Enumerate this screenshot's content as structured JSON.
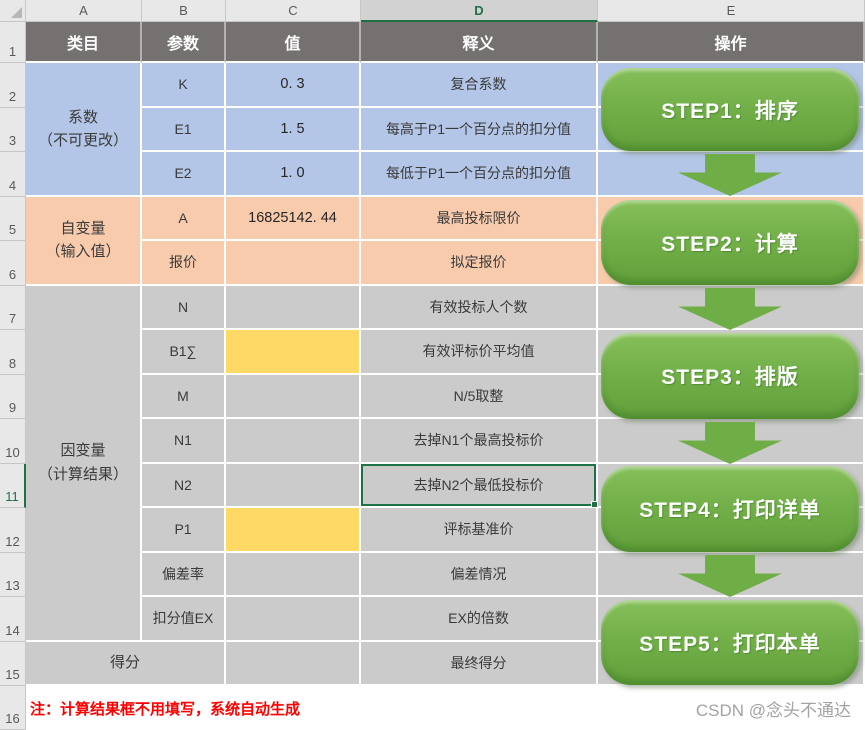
{
  "colors": {
    "accent_green": "#70ad47",
    "selection_green": "#1f7244",
    "band_blue": "#b4c6e7",
    "band_orange": "#f8cbad",
    "band_gray": "#cbcbcb",
    "highlight_yellow": "#ffd966",
    "header_gray": "#767171",
    "note_red": "#fe0000"
  },
  "chrome": {
    "column_letters": [
      "A",
      "B",
      "C",
      "D",
      "E"
    ],
    "row_numbers": [
      "1",
      "2",
      "3",
      "4",
      "5",
      "6",
      "7",
      "8",
      "9",
      "10",
      "11",
      "12",
      "13",
      "14",
      "15",
      "16"
    ],
    "selected_column": "D",
    "selected_row": "11"
  },
  "table": {
    "headers": {
      "category": "类目",
      "param": "参数",
      "value": "值",
      "meaning": "释义",
      "action": "操作"
    },
    "groups": {
      "coefficients": "系数\n（不可更改）",
      "inputs": "自变量\n（输入值）",
      "outputs": "因变量\n（计算结果）",
      "score": "得分"
    },
    "rows": [
      {
        "param": "K",
        "value": "0. 3",
        "meaning": "复合系数"
      },
      {
        "param": "E1",
        "value": "1. 5",
        "meaning": "每高于P1一个百分点的扣分值"
      },
      {
        "param": "E2",
        "value": "1. 0",
        "meaning": "每低于P1一个百分点的扣分值"
      },
      {
        "param": "A",
        "value": "16825142. 44",
        "meaning": "最高投标限价"
      },
      {
        "param": "报价",
        "value": "",
        "meaning": "拟定报价"
      },
      {
        "param": "N",
        "value": "",
        "meaning": "有效投标人个数"
      },
      {
        "param": "B1∑",
        "value": "",
        "meaning": "有效评标价平均值"
      },
      {
        "param": "M",
        "value": "",
        "meaning": "N/5取整"
      },
      {
        "param": "N1",
        "value": "",
        "meaning": "去掉N1个最高投标价"
      },
      {
        "param": "N2",
        "value": "",
        "meaning": "去掉N2个最低投标价"
      },
      {
        "param": "P1",
        "value": "",
        "meaning": "评标基准价"
      },
      {
        "param": "偏差率",
        "value": "",
        "meaning": "偏差情况"
      },
      {
        "param": "扣分值EX",
        "value": "",
        "meaning": "EX的倍数"
      }
    ],
    "score_row": {
      "value": "",
      "meaning": "最终得分"
    },
    "note": "注：计算结果框不用填写，系统自动生成"
  },
  "steps": {
    "buttons": [
      "STEP1：排序",
      "STEP2：计算",
      "STEP3：排版",
      "STEP4：打印详单",
      "STEP5：打印本单"
    ]
  },
  "watermark": "CSDN @念头不通达"
}
